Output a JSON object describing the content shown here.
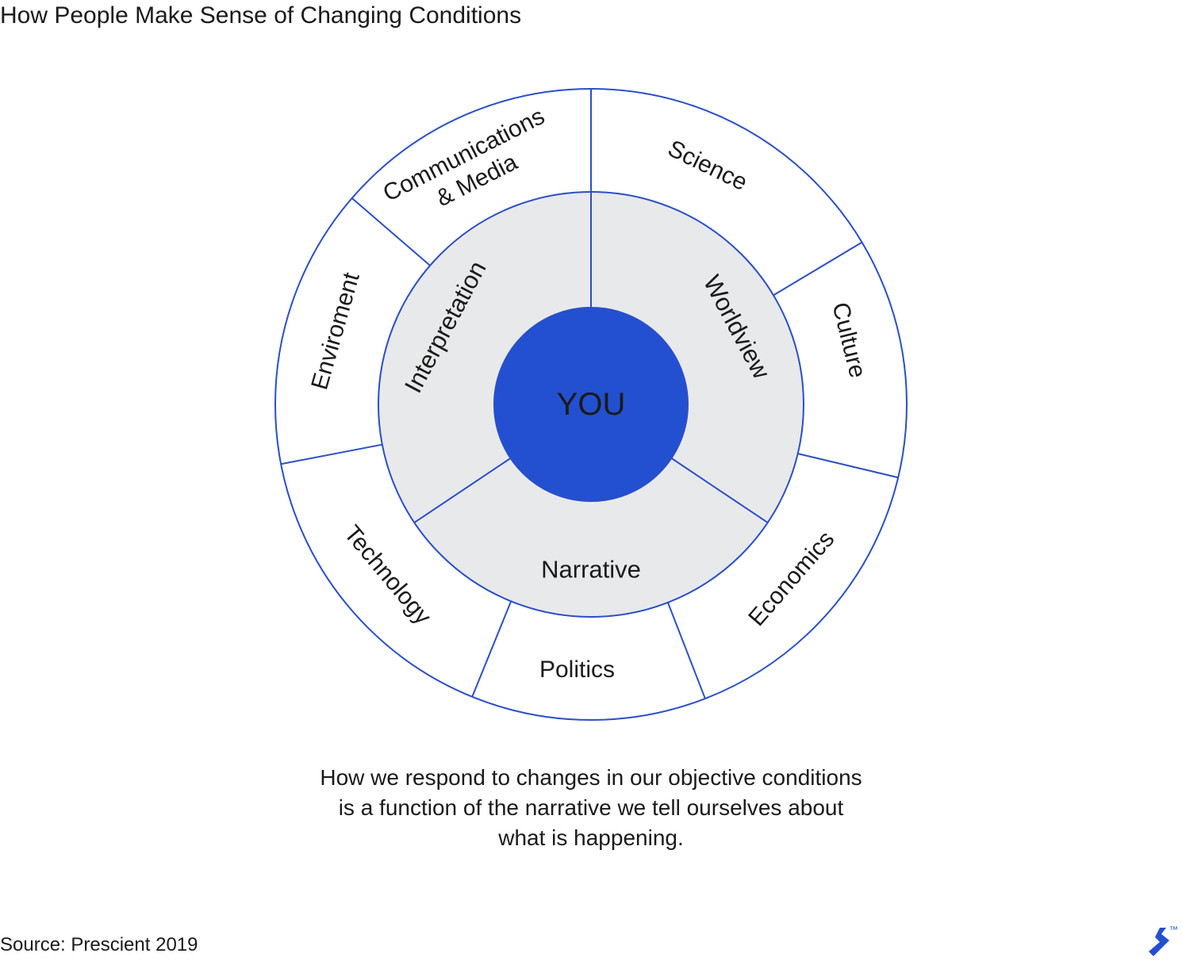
{
  "title": "How People Make Sense of Changing Conditions",
  "colors": {
    "stroke": "#2a4fc7",
    "center_fill": "#2350d0",
    "middle_ring_fill": "#e8e9eb",
    "outer_ring_fill": "#ffffff",
    "text": "#1a1a1a",
    "center_text": "#ffffff"
  },
  "diagram": {
    "center_label": "YOU",
    "middle_ring": [
      {
        "label": "Worldview"
      },
      {
        "label": "Narrative"
      },
      {
        "label": "Interpretation"
      }
    ],
    "outer_ring": [
      {
        "lines": [
          "Science"
        ]
      },
      {
        "lines": [
          "Culture"
        ]
      },
      {
        "lines": [
          "Economics"
        ]
      },
      {
        "lines": [
          "Politics"
        ]
      },
      {
        "lines": [
          "Technology"
        ]
      },
      {
        "lines": [
          "Enviroment"
        ]
      },
      {
        "lines": [
          "Communications",
          "& Media"
        ]
      }
    ]
  },
  "caption": [
    "How we respond to changes in our objective conditions",
    "is a function of the narrative we tell ourselves about",
    "what is happening."
  ],
  "source": "Source: Prescient 2019",
  "logo": {
    "icon": "toptal-logo-icon",
    "mark": "™"
  }
}
